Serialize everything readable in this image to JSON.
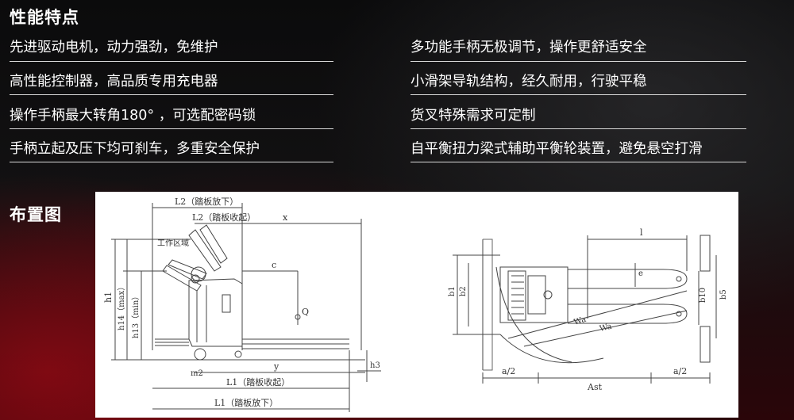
{
  "sections": {
    "features_title": "性能特点",
    "layout_title": "布置图"
  },
  "features": {
    "left": [
      "先进驱动电机，动力强劲，免维护",
      "高性能控制器，高品质专用充电器",
      "操作手柄最大转角180° ，可选配密码锁",
      "手柄立起及压下均可刹车，多重安全保护"
    ],
    "right": [
      "多功能手柄无极调节，操作更舒适安全",
      "小滑架导轨结构，经久耐用，行驶平稳",
      "货叉特殊需求可定制",
      "自平衡扭力梁式辅助平衡轮装置，避免悬空打滑"
    ]
  },
  "diagram_labels": {
    "side": {
      "l2_down": "L2（踏板放下）",
      "l2_up": "L2（踏板收起）",
      "x": "x",
      "work_area": "工作区域",
      "c": "c",
      "q": "Q",
      "h1": "h1",
      "h14_max": "h14（max）",
      "h13_min": "h13（min）",
      "y": "y",
      "l1_up": "L1（踏板收起）",
      "l1_down": "L1（踏板放下）",
      "m2": "m2",
      "h3": "h3"
    },
    "top": {
      "l": "l",
      "e": "e",
      "b1": "b1",
      "b2": "b2",
      "b10": "b10",
      "b5": "b5",
      "wa_left": "Wa",
      "wa_right": "Wa",
      "a2_left": "a/2",
      "a2_right": "a/2",
      "ast": "Ast"
    }
  }
}
